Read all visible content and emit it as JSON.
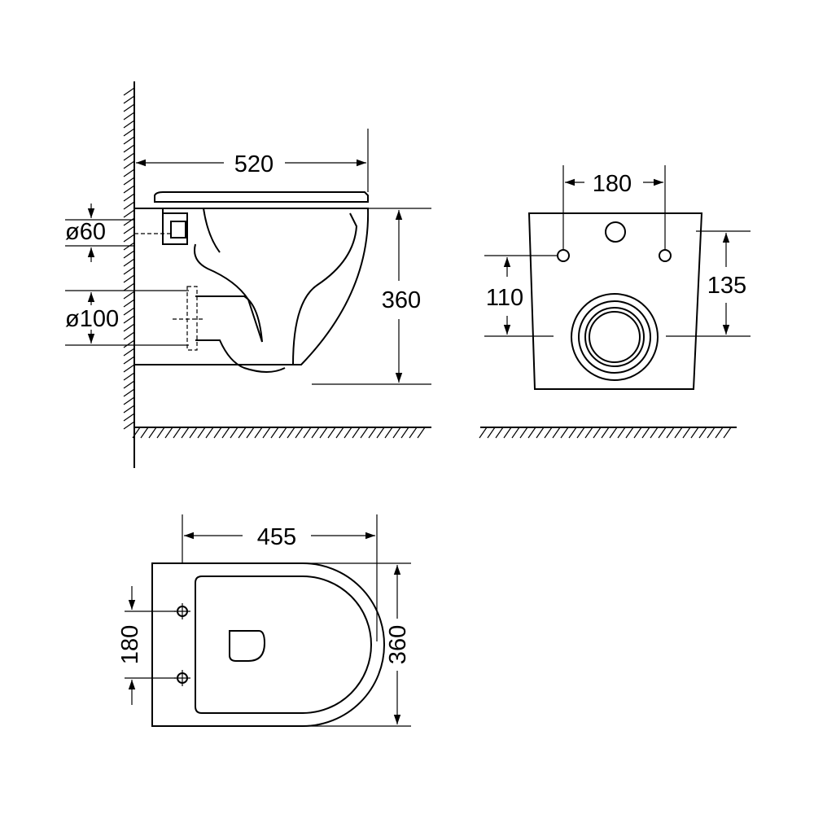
{
  "side_view": {
    "width_label": "520",
    "height_label": "360",
    "inlet_label": "ø60",
    "outlet_label": "ø100"
  },
  "front_view": {
    "bolt_spacing_label": "180",
    "bolt_height_label": "110",
    "inlet_height_label": "135"
  },
  "top_view": {
    "length_label": "455",
    "width_label": "360",
    "bolt_spacing_label": "180"
  },
  "colors": {
    "line": "#000000",
    "background": "#ffffff"
  }
}
